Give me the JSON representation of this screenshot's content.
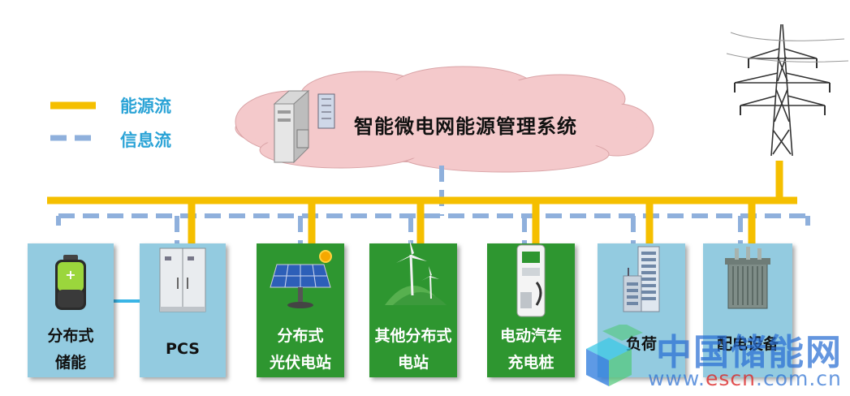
{
  "legend": {
    "energy_flow_label": "能源流",
    "info_flow_label": "信息流"
  },
  "system": {
    "title": "智能微电网能源管理系统"
  },
  "colors": {
    "energy_line": "#f5bf00",
    "info_line": "#8fb0dc",
    "box_blue": "#93cbe0",
    "box_green": "#2e9630",
    "cloud": "#f4c9cb",
    "link_cyan": "#3ab5e6"
  },
  "units": [
    {
      "label": "分布式\n储能",
      "style": "blue",
      "icon": "battery-icon"
    },
    {
      "label": "PCS",
      "style": "blue",
      "icon": "pcs-cabinet-icon"
    },
    {
      "label": "分布式\n光伏电站",
      "style": "green",
      "icon": "solar-panel-icon"
    },
    {
      "label": "其他分布式\n电站",
      "style": "green",
      "icon": "wind-turbine-icon"
    },
    {
      "label": "电动汽车\n充电桩",
      "style": "green",
      "icon": "ev-charger-icon"
    },
    {
      "label": "负荷",
      "style": "blue",
      "icon": "building-icon"
    },
    {
      "label": "配电设备",
      "style": "blue",
      "icon": "transformer-icon"
    }
  ],
  "grid": {
    "icon": "power-tower-icon"
  },
  "server": {
    "icon": "server-icon"
  },
  "watermark": {
    "cn": "中国储能网",
    "url_pre": "www.",
    "url_mid": "escn",
    "url_post": ".com.cn"
  }
}
